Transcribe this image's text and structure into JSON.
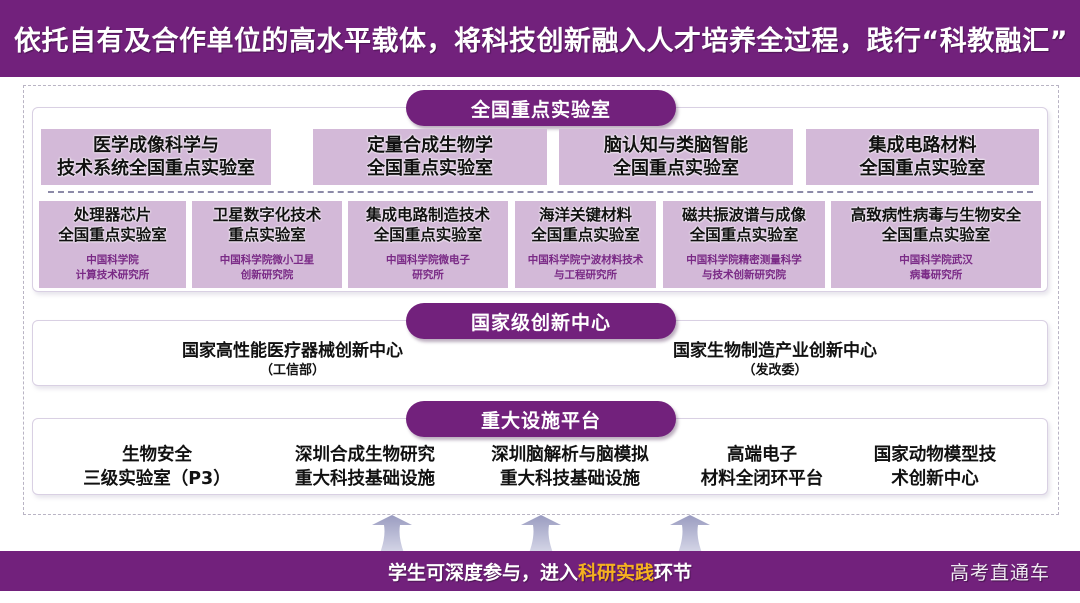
{
  "header": {
    "title": "依托自有及合作单位的高水平载体，将科技创新融入人才培养全过程，践行“科教融汇”"
  },
  "colors": {
    "brand_purple": "#72217c",
    "box_lilac": "#d3b9d8",
    "institution_text": "#7a2a86",
    "highlight_orange": "#f5b21f"
  },
  "national_key_labs": {
    "label": "全国重点实验室",
    "primary": [
      {
        "line1": "医学成像科学与",
        "line2": "技术系统全国重点实验室"
      },
      {
        "line1": "定量合成生物学",
        "line2": "全国重点实验室"
      },
      {
        "line1": "脑认知与类脑智能",
        "line2": "全国重点实验室"
      },
      {
        "line1": "集成电路材料",
        "line2": "全国重点实验室"
      }
    ],
    "partner": [
      {
        "line1": "处理器芯片",
        "line2": "全国重点实验室",
        "inst1": "中国科学院",
        "inst2": "计算技术研究所"
      },
      {
        "line1": "卫星数字化技术",
        "line2": "重点实验室",
        "inst1": "中国科学院微小卫星",
        "inst2": "创新研究院"
      },
      {
        "line1": "集成电路制造技术",
        "line2": "全国重点实验室",
        "inst1": "中国科学院微电子",
        "inst2": "研究所"
      },
      {
        "line1": "海洋关键材料",
        "line2": "全国重点实验室",
        "inst1": "中国科学院宁波材料技术",
        "inst2": "与工程研究所"
      },
      {
        "line1": "磁共振波谱与成像",
        "line2": "全国重点实验室",
        "inst1": "中国科学院精密测量科学",
        "inst2": "与技术创新研究院"
      },
      {
        "line1": "高致病性病毒与生物安全",
        "line2": "全国重点实验室",
        "inst1": "中国科学院武汉",
        "inst2": "病毒研究所"
      }
    ]
  },
  "innovation_centers": {
    "label": "国家级创新中心",
    "items": [
      {
        "name": "国家高性能医疗器械创新中心",
        "sub": "（工信部）"
      },
      {
        "name": "国家生物制造产业创新中心",
        "sub": "（发改委）"
      }
    ]
  },
  "major_facilities": {
    "label": "重大设施平台",
    "items": [
      {
        "line1": "生物安全",
        "line2": "三级实验室（P3）"
      },
      {
        "line1": "深圳合成生物研究",
        "line2": "重大科技基础设施"
      },
      {
        "line1": "深圳脑解析与脑模拟",
        "line2": "重大科技基础设施"
      },
      {
        "line1": "高端电子",
        "line2": "材料全闭环平台"
      },
      {
        "line1": "国家动物模型技",
        "line2": "术创新中心"
      }
    ]
  },
  "footer": {
    "text_before": "学生可深度参与，进入",
    "text_highlight": "科研实践",
    "text_after": "环节",
    "watermark": "高考直通车"
  }
}
